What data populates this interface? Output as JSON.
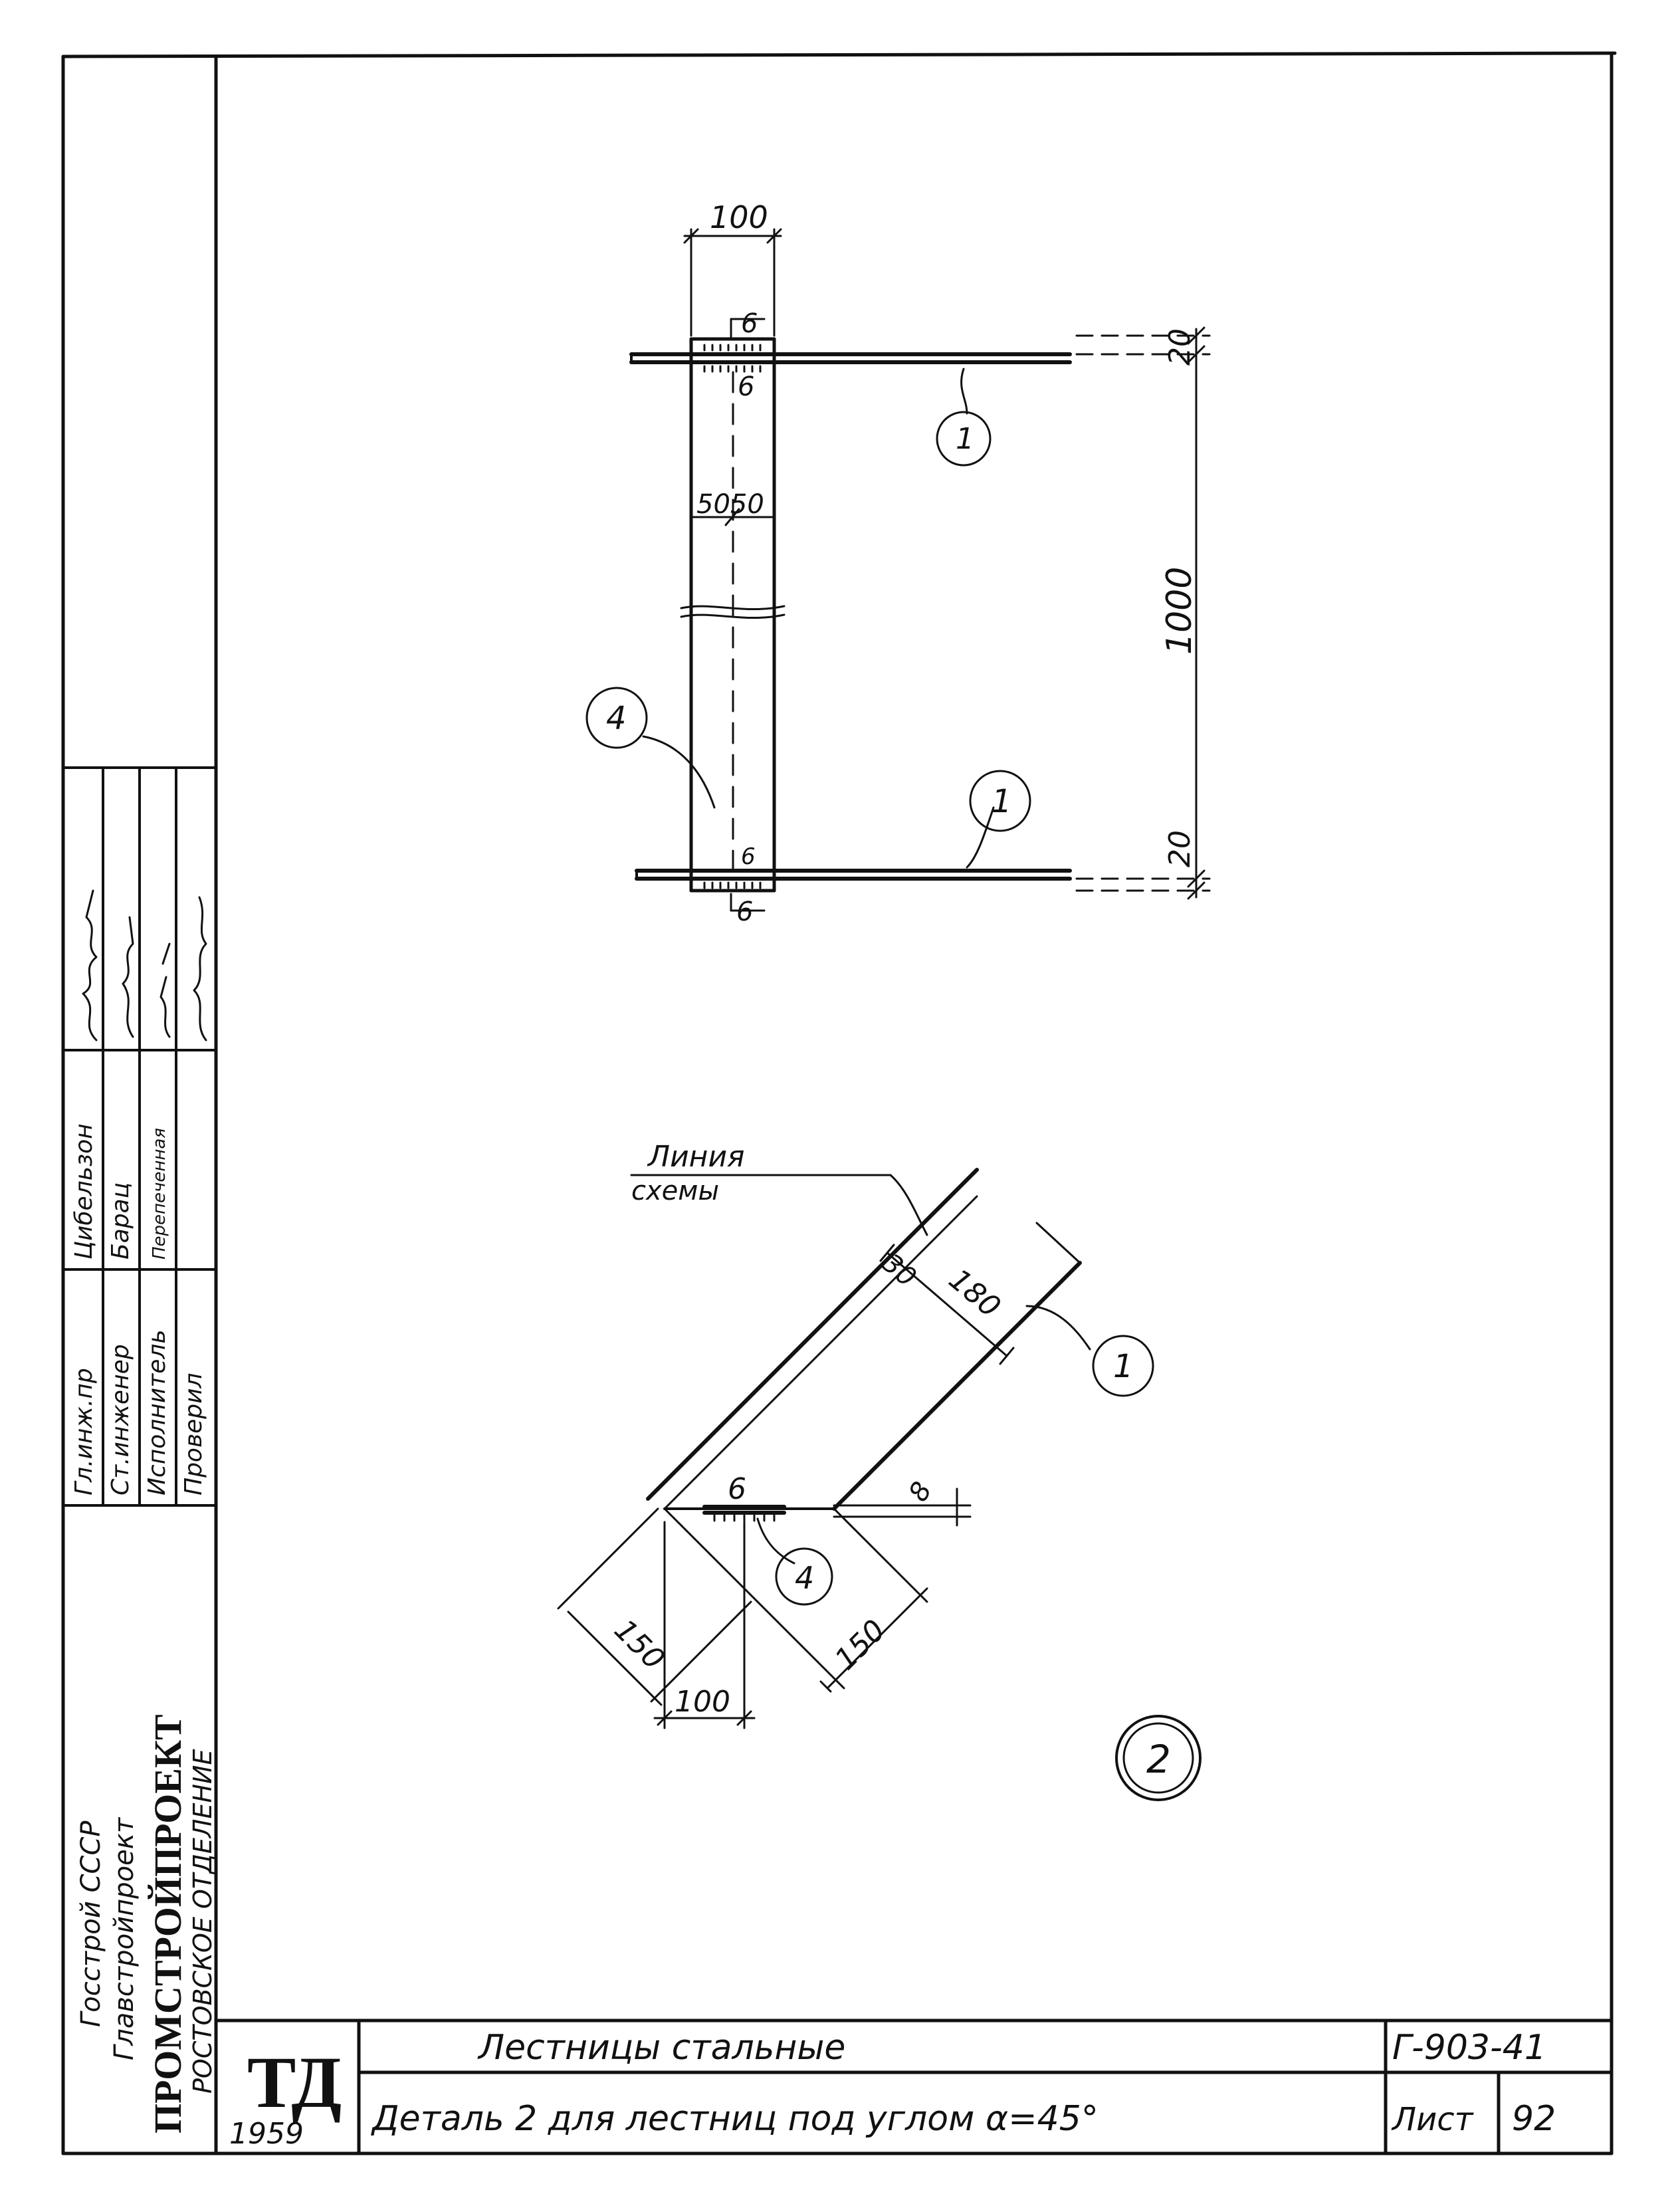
{
  "organization": {
    "line1": "Госстрой СССР",
    "line2": "Главстройпроект",
    "line3": "ПРОМСТРОЙПРОЕКТ",
    "line4": "РОСТОВСКОЕ ОТДЕЛЕНИЕ"
  },
  "signatures": {
    "roles": [
      "Гл.инж.пр",
      "Ст.инженер",
      "Исполнитель",
      "Проверил"
    ],
    "names": [
      "Цибельзон",
      "Барац",
      "Перепеченная",
      ""
    ]
  },
  "title_block": {
    "logo": "ТД",
    "year": "1959",
    "title": "Лестницы стальные",
    "subtitle": "Деталь 2 для лестниц под углом α=45°",
    "code": "Г-903-41",
    "sheet_label": "Лист",
    "sheet_number": "92"
  },
  "elevation": {
    "width_dim": "100",
    "weld_size": "6",
    "half_width_dims": "5050",
    "height_dim": "1000",
    "top_offset": "20",
    "bottom_offset": "20",
    "rung_callout": "1",
    "stringer_callout": "4"
  },
  "section": {
    "schema_line_label1": "Линия",
    "schema_line_label2": "схемы",
    "dim_180": "180",
    "dim_30": "30",
    "dim_8": "8",
    "weld_size": "6",
    "dim_150_left": "150",
    "dim_150_right": "150",
    "dim_100": "100",
    "callout_1": "1",
    "callout_4": "4"
  },
  "detail_number": "2"
}
